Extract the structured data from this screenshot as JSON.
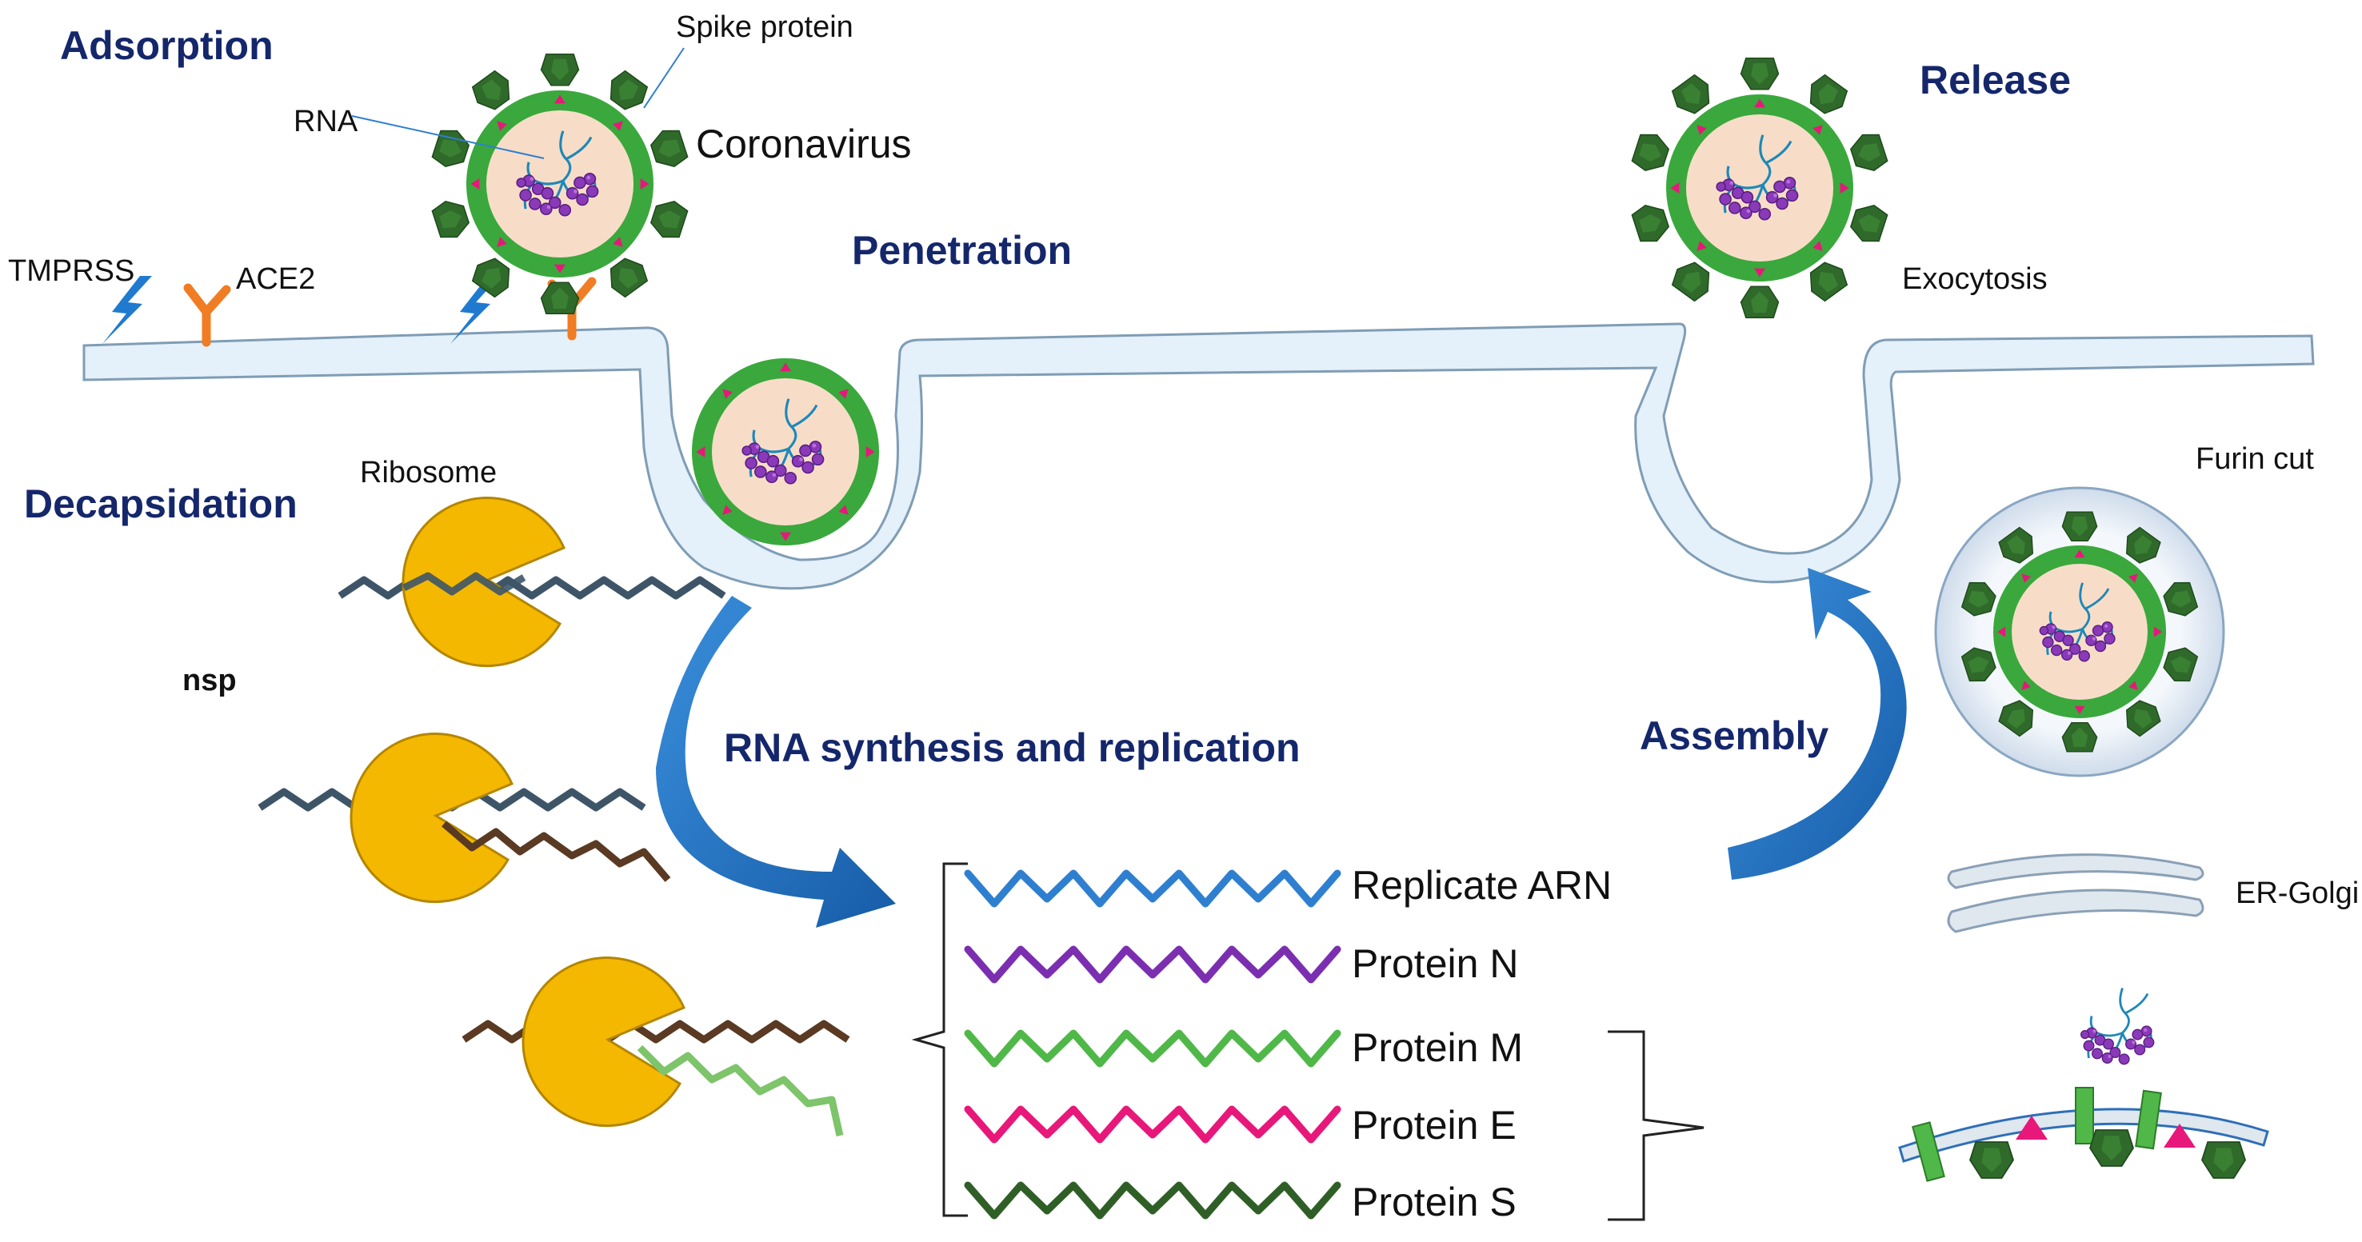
{
  "stages": {
    "adsorption": "Adsorption",
    "penetration": "Penetration",
    "decapsidation": "Decapsidation",
    "release": "Release",
    "rna_synthesis": "RNA synthesis and replication",
    "assembly": "Assembly"
  },
  "labels": {
    "spike_protein": "Spike protein",
    "rna": "RNA",
    "coronavirus": "Coronavirus",
    "tmprss": "TMPRSS",
    "ace2": "ACE2",
    "ribosome": "Ribosome",
    "nsp": "nsp",
    "exocytosis": "Exocytosis",
    "furin_cut": "Furin cut",
    "er_golgi": "ER-Golgi"
  },
  "products": [
    {
      "label": "Replicate ARN",
      "color": "#2e7fd0"
    },
    {
      "label": "Protein N",
      "color": "#7b2fb0"
    },
    {
      "label": "Protein M",
      "color": "#4fb848"
    },
    {
      "label": "Protein E",
      "color": "#e8177a"
    },
    {
      "label": "Protein S",
      "color": "#2f5f26"
    }
  ],
  "colors": {
    "title": "#15276b",
    "membrane": "#e4f0fa",
    "membrane_edge": "#7f9db5",
    "capsid": "#3aa83c",
    "virion_core": "#f7ddc8",
    "spike": "#2f6a2b",
    "envelope_marker": "#e8177a",
    "rna_strand": "#1e88b8",
    "nucleocapsid": "#8a3ab9",
    "ribosome": "#f5b800",
    "mrna": "#3e5568",
    "nascent_chain": "#5a3a22",
    "arrow": "#1f6fc4",
    "receptor": "#f07d23",
    "protease": "#1f7ad0"
  }
}
